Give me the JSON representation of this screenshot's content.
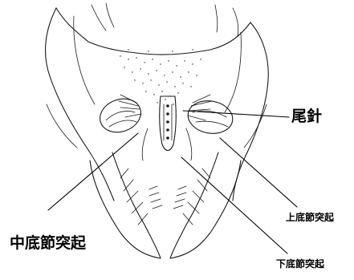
{
  "labels": {
    "tail_needle": "尾針",
    "upper_basal_process": "上底節突起",
    "middle_basal_process": "中底節突起",
    "lower_basal_process": "下底節突起"
  }
}
